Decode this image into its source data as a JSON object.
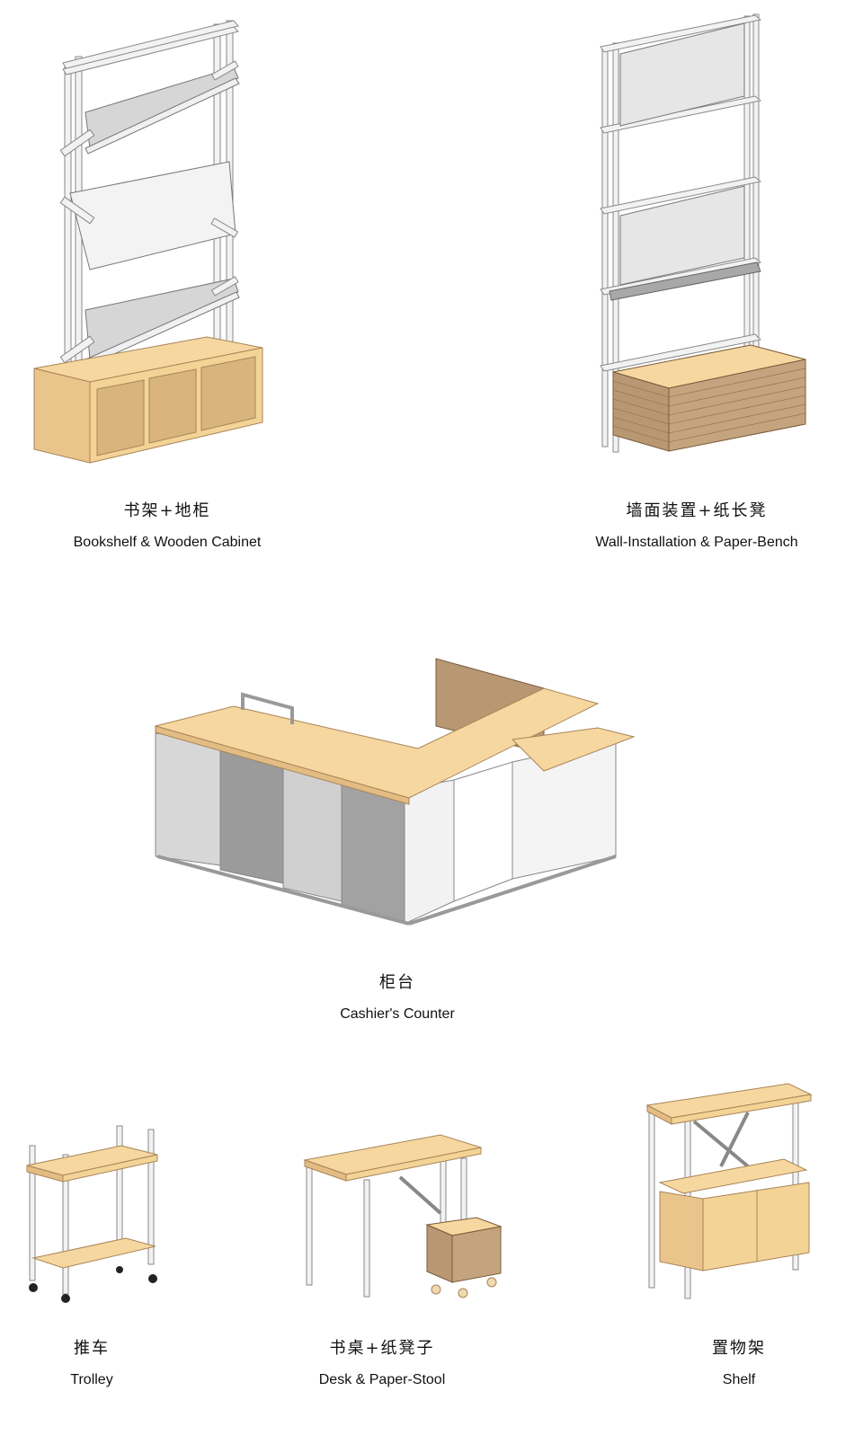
{
  "colors": {
    "wood": "#f6d79f",
    "wood_side": "#e2bc82",
    "wood_dark": "#c9a472",
    "kraft": "#b89873",
    "kraft_dark": "#8b6b4a",
    "pipe": "#f2f2f2",
    "pipe_stroke": "#888888",
    "panel": "#d4d4d4",
    "panel_dark": "#9b9b9b",
    "panel_light": "#ececec"
  },
  "items": [
    {
      "cn": "书架+地柜",
      "en": "Bookshelf & Wooden Cabinet",
      "icon": "bookshelf-cabinet"
    },
    {
      "cn": "墙面装置+纸长凳",
      "en": "Wall-Installation & Paper-Bench",
      "icon": "wall-installation-bench"
    },
    {
      "cn": "柜台",
      "en": "Cashier's Counter",
      "icon": "cashier-counter"
    },
    {
      "cn": "推车",
      "en": "Trolley",
      "icon": "trolley"
    },
    {
      "cn": "书桌+纸凳子",
      "en": "Desk & Paper-Stool",
      "icon": "desk-stool"
    },
    {
      "cn": "置物架",
      "en": "Shelf",
      "icon": "shelf"
    }
  ]
}
